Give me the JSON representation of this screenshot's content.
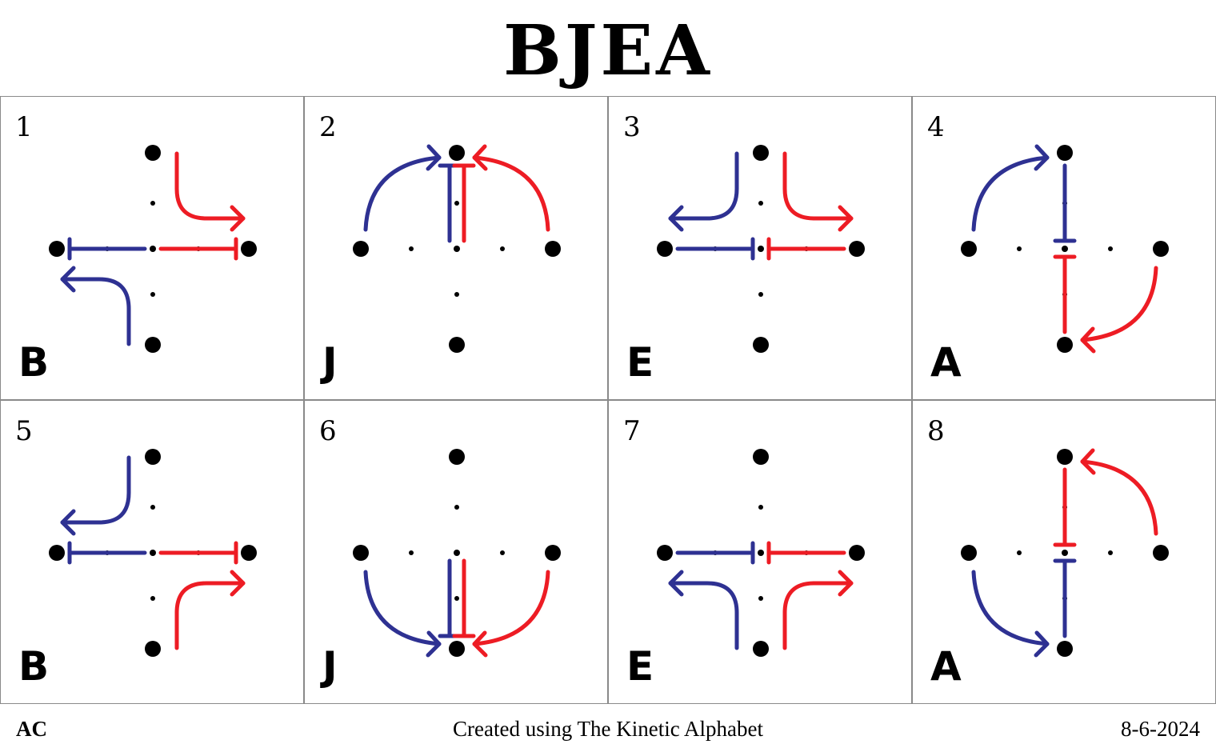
{
  "title": "BJEA",
  "colors": {
    "blue": "#2e3192",
    "red": "#ed1c24",
    "dot": "#000000",
    "border": "#8a8a8a"
  },
  "cells": [
    {
      "number": "1",
      "letter": "B"
    },
    {
      "number": "2",
      "letter": "J"
    },
    {
      "number": "3",
      "letter": "E"
    },
    {
      "number": "4",
      "letter": "A"
    },
    {
      "number": "5",
      "letter": "B"
    },
    {
      "number": "6",
      "letter": "J"
    },
    {
      "number": "7",
      "letter": "E"
    },
    {
      "number": "8",
      "letter": "A"
    }
  ],
  "footer": {
    "left": "AC",
    "center": "Created using The Kinetic Alphabet",
    "right": "8-6-2024"
  }
}
